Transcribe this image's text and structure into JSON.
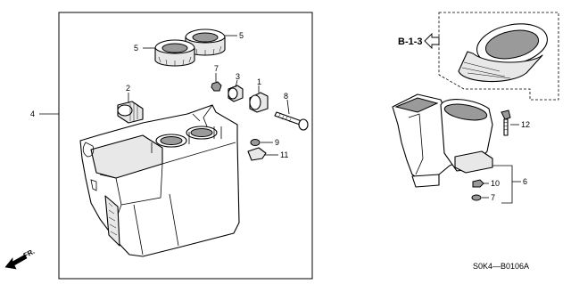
{
  "callouts": [
    {
      "id": "c1",
      "text": "1"
    },
    {
      "id": "c2",
      "text": "2"
    },
    {
      "id": "c3",
      "text": "3"
    },
    {
      "id": "c4",
      "text": "4"
    },
    {
      "id": "c5a",
      "text": "5"
    },
    {
      "id": "c5b",
      "text": "5"
    },
    {
      "id": "c6",
      "text": "6"
    },
    {
      "id": "c7a",
      "text": "7"
    },
    {
      "id": "c7b",
      "text": "7"
    },
    {
      "id": "c8",
      "text": "8"
    },
    {
      "id": "c9",
      "text": "9"
    },
    {
      "id": "c10",
      "text": "10"
    },
    {
      "id": "c11",
      "text": "11"
    },
    {
      "id": "c12",
      "text": "12"
    }
  ],
  "reference": "B-1-3",
  "direction_label": "FR.",
  "diagram_code": "S0K4—B0106A"
}
